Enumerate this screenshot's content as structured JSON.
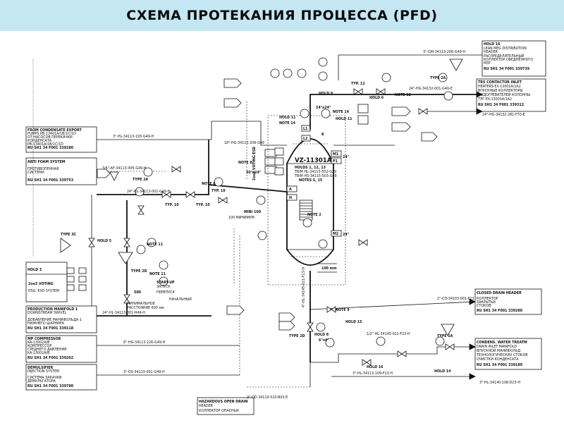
{
  "title": "СХЕМА ПРОТЕКАНИЯ ПРОЦЕССА (PFD)",
  "vessel": {
    "tag": "VZ-11301A",
    "holds": "HOLDS 1, 12, 13",
    "trim1": "TRIM HL-34115-502-G29",
    "trim2": "TRIM HS-34115-503-G49",
    "notes": "NOTES 5, 15",
    "top_nozzle": "24\"x24\"",
    "side_24a": "24\"",
    "side_24b": "24\"",
    "mini": "100 mm",
    "nozzle_l1": "L1",
    "nozzle_l2": "L2",
    "nozzle_k": "K",
    "nozzle_m1": "M1",
    "nozzle_p1": "P1",
    "nozzle_m2": "M2",
    "nozzle_a": "A",
    "nozzle_h": "H"
  },
  "boxes": {
    "condensate": [
      "FROM CONDENSATE EXPORT",
      "PUMPS PB-13401A/1B/1C/1D",
      "ОТ НАСОСОВ ПЕРЕКАЧКИ",
      "КОНДЕНСАТА",
      "PB-13401A/1B/1C/1D",
      "RU SH1 34 F001 339280"
    ],
    "anti_foam": [
      "ANTI FOAM SYSTEM",
      "",
      "ПРОТИВОПЕННАЯ",
      "СИСТЕМА",
      "",
      "RU SH1 34 F001 339753"
    ],
    "production": [
      "PRODUCTION MANIFOLD 1",
      "DOWNSTREAM SWIVEL",
      "",
      "ДОБАВЛЕНИЕ МАНИФОЛЬДА 1",
      "НИЖНЕГО ШАРНИРА",
      "RU SH1 34 F001 339118"
    ],
    "mp_compressor": [
      "MP COMPRESSOR",
      "KA-13002A/B",
      "КОМПРЕССОР",
      "СРЕДНЕГО ДАВЛЕНИЯ",
      "KA-13002A/B",
      "RU SH1 34 F001 339202"
    ],
    "demulsifier": [
      "DEMULSIFIER",
      "INJECTION SYSTEM",
      "",
      "СИСТЕМА ЗАКАЧКИ",
      "ДЕМУЛЬГАТОРА",
      "RU SH1 34 F001 339780"
    ],
    "lean_meg": [
      "HOLD 16",
      "LEAN MEG DISTRIBUTION",
      "HEADER",
      "РАСПРЕДЕЛИТЕЛЬНЫЙ",
      "КОЛЛЕКТОР ОБЕДНЁННОГО",
      "МЭГ",
      "RU SH1 34 F001 339739"
    ],
    "contactor": [
      "TRS CONTACTOR INLET",
      "HEATERS EX-13001A/1A2",
      "ВПУСКНЫЕ КОЛЛЕКТОРЫ",
      "ПОДОГРЕВАТЕЛЕЙ КОЛОННЫ",
      "ТЭГ EX-13001A/1A2",
      "RU SH1 34 F001 339312"
    ],
    "closed_drain": [
      "CLOSED DRAIN HEADER",
      "",
      "КОЛЛЕКТОР",
      "ЗАКРЫТЫХ",
      "СТОКОВ",
      "RU SH1 34 F001 339280"
    ],
    "condens_water": [
      "CONDENS. WATER TREATM",
      "DRAIN INLET MANIFOLD",
      "ВПУСКНОЙ МАНИФОЛЬД",
      "ТЕХНОЛОГИЧЕСКИХ СТОКОВ",
      "ОЧИСТКИ КОНДЕНСАТА",
      "RU SH1 34 F001 339189"
    ],
    "hazardous": [
      "HAZARDOUS OPEN DRAIN",
      "HEADER",
      "КОЛЛЕКТОР ОПАСНЫХ"
    ]
  },
  "line_labels": {
    "l_condensate": "3\"-HL-34113-193-G49-H",
    "l_antifoam": "3/4\"-AF-34113-005-G49-H",
    "l_24main": "24\"-HL-34113-002-G49-H",
    "l_production": "24\"-HL-34113-001-H49-H",
    "l_mp": "8\"-HG-34113-226-G49-H",
    "l_demuls": "3\"-DS-34113-001-G49-H",
    "l_lean": "3\"-GM-34113-206-G49-H",
    "l_contactor": "24\"-HG-34132-001-G49-E",
    "l_gas": "24\"-HG-34132-281-F70-E",
    "l_top": "18\"-HG-34113-206-G49",
    "l_closed": "2\"-CD-34103-001-F23",
    "l_bottom1": "1/2\"-HL-34145-022-F23-H",
    "l_bottom2": "3\"-HL-34113-109-F23-H",
    "l_bottom3": "3\"-HL-34140-108-D23-H",
    "l_hazard": "2\"-OD-34110-510-B03-E",
    "l_vertical": "4\"-HL-34145-021-F23-H",
    "mini": "MINI 100",
    "mini_ru": "100 МИНИМУМ",
    "startup": "START-UP",
    "startup_ru": "ЗАПУСК",
    "bypass_ru": "ПЕРЕПУСК",
    "min_dist": "500",
    "min_dist2": "МИНИМАЛЬНОЕ",
    "min_dist3": "РАССТОЯНИЕ 600 мм",
    "start_noz": "НАЧАЛЬНЫЙ",
    "dn30": "30\"x24\"",
    "dn6": "6\"x4\""
  },
  "callouts": {
    "note6": "NOTE 6",
    "note8": "NOTE 8",
    "note9": "NOTE 9",
    "note11a": "NOTE 11",
    "note11b": "NOTE 11",
    "note12": "NOTE 12",
    "note14a": "NOTE 14",
    "note14b": "NOTE 14",
    "note2": "NOTE 2",
    "hold5": "HOLD 5",
    "hold6": "HOLD 6",
    "hold8": "HOLD 8",
    "hold9": "HOLD 9",
    "hold11": "HOLD 11",
    "hold14": "HOLD 14",
    "hold15": "HOLD 15",
    "hold16": "HOLD 16",
    "hold3": "HOLD 3",
    "typ10a": "TYP. 10",
    "typ10b": "TYP. 10",
    "typ10c": "TYP. 10",
    "typ12": "TYP. 12",
    "type2a": "TYPE 2A",
    "type2a2": "TYPE 2A",
    "type2d": "TYPE 2D",
    "type2d2": "TYPE 2D",
    "type3c": "TYPE 3C",
    "type1a": "TYPE 1A",
    "hold11b": "HOLD 11"
  },
  "voting": "2oo3 VOTING",
  "voting2": "HSG. ESD SYSTEM",
  "voting3": "2oo3 VOTING ESD",
  "icons": [
    "valve-icon",
    "control-valve-icon",
    "instrument-bubble-icon",
    "pressure-relief-icon",
    "page-connector-arrow-icon"
  ]
}
